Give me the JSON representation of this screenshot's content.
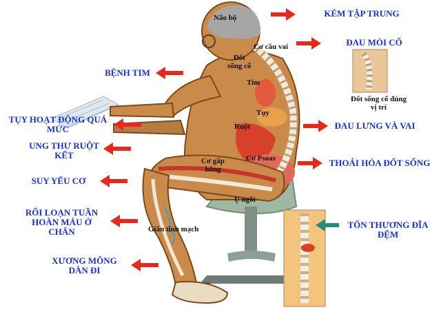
{
  "right_labels": {
    "concentration": "KÉM TẬP TRUNG",
    "neck_pain": "ĐAU MỎI CỔ",
    "back_pain": "ĐAU LƯNG VÀ VAI",
    "spine": "THOÁI HÓA ĐỐT SỐNG",
    "disc": "TỔN THƯƠNG ĐĨA\nĐỆM"
  },
  "left_labels": {
    "heart": "BỆNH TIM",
    "pancreas": "TỤY HOẠT ĐỘNG QUÁ\nMỨC",
    "colon": "UNG THƯ RUỘT\nKẾT",
    "muscle": "SUY YẾU CƠ",
    "circulation": "RỐI LOẠN TUẦN\nHOÀN MÁU Ở\nCHÂN",
    "hip": "XƯƠNG MÔNG\nDÀN ĐI"
  },
  "organ_labels": {
    "brain": "Não bộ",
    "shoulder_muscle": "Cơ cầu vai",
    "vertebra": "Đốt\nsống cổ",
    "heart": "Tim",
    "pancreas": "Tụy",
    "colon": "Ruột",
    "hip_flexor": "Cơ gấp\nhông",
    "psoas": "Cơ Psoas",
    "sitting": "Ụ ngồi",
    "varicose": "Giãn tĩnh mạch"
  },
  "neck_caption": "Đốt sống cổ đúng\nvị trí",
  "colors": {
    "label_blue": "#1a2fd6",
    "arrow_red": "#e8281c",
    "arrow_teal": "#2a8a7a",
    "skin": "#c98a4a"
  }
}
